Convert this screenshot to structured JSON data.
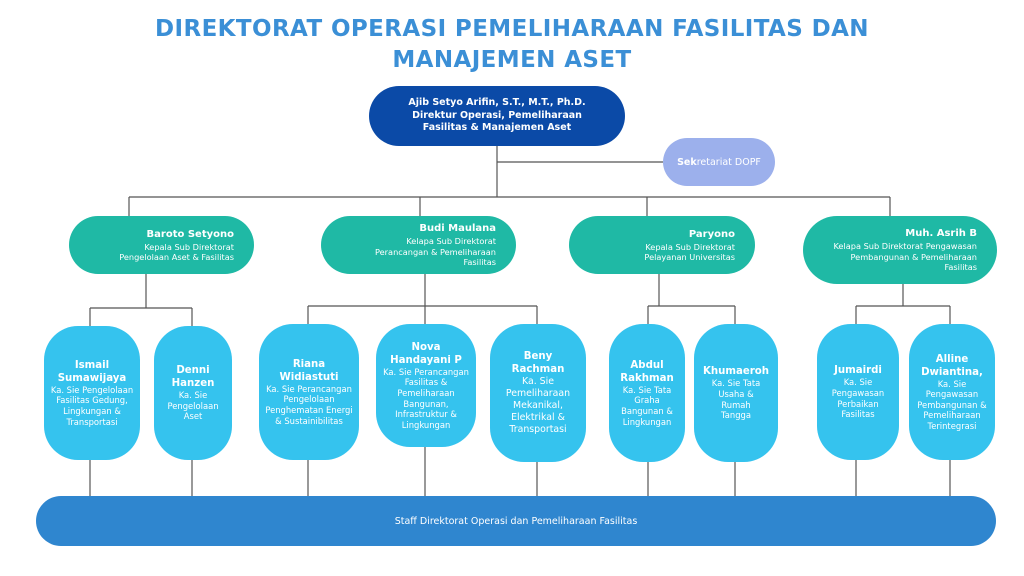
{
  "title": "DIREKTORAT OPERASI PEMELIHARAAN FASILITAS DAN MANAJEMEN ASET",
  "director": {
    "name": "Ajib Setyo Arifin, S.T., M.T., Ph.D.",
    "title": "Direktur Operasi, Pemeliharaan Fasilitas & Manajemen Aset"
  },
  "secretariat": {
    "bold": "Sek",
    "rest": "retariat DOPF"
  },
  "managers": [
    {
      "name": "Baroto Setyono",
      "role": "Kepala Sub Direktorat Pengelolaan Aset & Fasilitas"
    },
    {
      "name": "Budi Maulana",
      "role": "Kelapa Sub Direktorat Perancangan & Pemeliharaan Fasilitas"
    },
    {
      "name": "Paryono",
      "role": "Kepala Sub Direktorat Pelayanan Universitas"
    },
    {
      "name": "Muh. Asrih B",
      "role": "Kelapa Sub Direktorat Pengawasan Pembangunan & Pemeliharaan Fasilitas"
    }
  ],
  "staff": [
    {
      "name": "Ismail Sumawijaya",
      "role": "Ka. Sie Pengelolaan Fasilitas Gedung, Lingkungan & Transportasi"
    },
    {
      "name": "Denni Hanzen",
      "role": "Ka. Sie Pengelolaan Aset"
    },
    {
      "name": "Riana Widiastuti",
      "role": "Ka. Sie Perancangan Pengelolaan Penghematan Energi & Sustainibilitas"
    },
    {
      "name": "Nova Handayani P",
      "role": "Ka. Sie Perancangan Fasilitas & Pemeliharaan Bangunan, Infrastruktur & Lingkungan"
    },
    {
      "name": "Beny Rachman",
      "role": "Ka. Sie Pemeliharaan Mekanikal, Elektrikal & Transportasi"
    },
    {
      "name": "Abdul Rakhman",
      "role": "Ka. Sie Tata Graha Bangunan & Lingkungan"
    },
    {
      "name": "Khumaeroh",
      "role": "Ka. Sie Tata Usaha & Rumah Tangga"
    },
    {
      "name": "Jumairdi",
      "role": "Ka. Sie Pengawasan Perbaikan Fasilitas"
    },
    {
      "name": "Alline Dwiantina,",
      "role": "Ka. Sie Pengawasan Pembangunan & Pemeliharaan Terintegrasi"
    }
  ],
  "footer": "Staff Direktorat Operasi dan Pemeliharaan Fasilitas"
}
